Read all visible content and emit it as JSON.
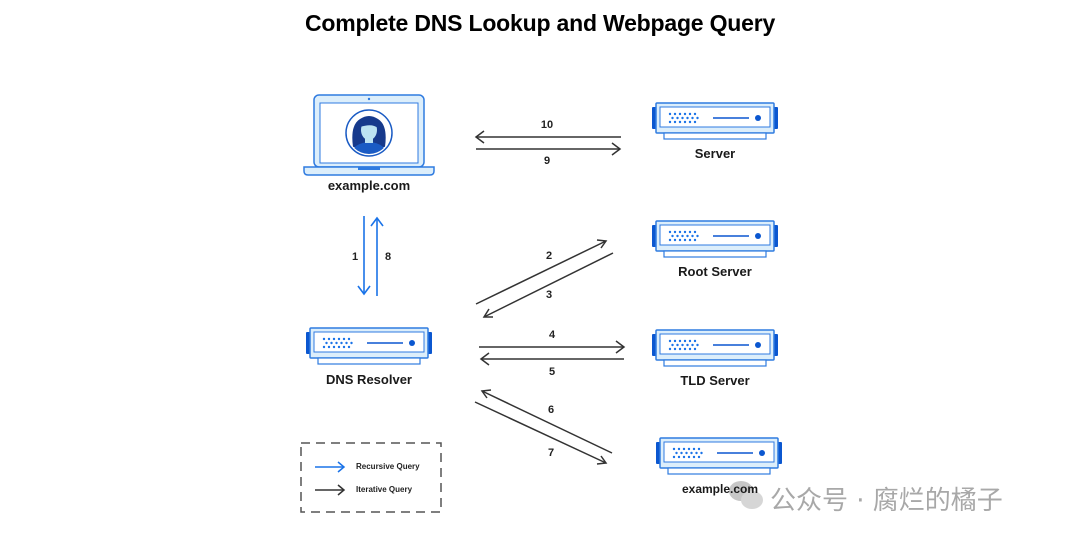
{
  "title": "Complete DNS Lookup and Webpage Query",
  "colors": {
    "recursive": "#1a73e8",
    "iterative": "#333333",
    "device_fill": "#dceefb",
    "device_stroke": "#2f7be0",
    "device_dark": "#0b57d0",
    "watermark": "#a8a8a8"
  },
  "nodes": {
    "client": {
      "label": "example.com",
      "icon": "laptop-user-icon"
    },
    "server": {
      "label": "Server",
      "icon": "server-icon"
    },
    "root": {
      "label": "Root Server",
      "icon": "server-icon"
    },
    "tld": {
      "label": "TLD Server",
      "icon": "server-icon"
    },
    "resolver": {
      "label": "DNS Resolver",
      "icon": "server-icon"
    },
    "authoritative": {
      "label": "example.com",
      "icon": "server-icon"
    }
  },
  "steps": [
    {
      "n": "1",
      "from": "example.com",
      "to": "DNS Resolver",
      "type": "recursive"
    },
    {
      "n": "2",
      "from": "DNS Resolver",
      "to": "Root Server",
      "type": "iterative"
    },
    {
      "n": "3",
      "from": "Root Server",
      "to": "DNS Resolver",
      "type": "iterative"
    },
    {
      "n": "4",
      "from": "DNS Resolver",
      "to": "TLD Server",
      "type": "iterative"
    },
    {
      "n": "5",
      "from": "TLD Server",
      "to": "DNS Resolver",
      "type": "iterative"
    },
    {
      "n": "6",
      "from": "example.com",
      "to": "DNS Resolver",
      "type": "iterative"
    },
    {
      "n": "7",
      "from": "DNS Resolver",
      "to": "example.com",
      "type": "iterative"
    },
    {
      "n": "8",
      "from": "DNS Resolver",
      "to": "example.com",
      "type": "recursive"
    },
    {
      "n": "9",
      "from": "example.com",
      "to": "Server",
      "type": "iterative"
    },
    {
      "n": "10",
      "from": "Server",
      "to": "example.com",
      "type": "iterative"
    }
  ],
  "legend": {
    "recursive": "Recursive Query",
    "iterative": "Iterative Query"
  },
  "watermark": "公众号 · 腐烂的橘子"
}
